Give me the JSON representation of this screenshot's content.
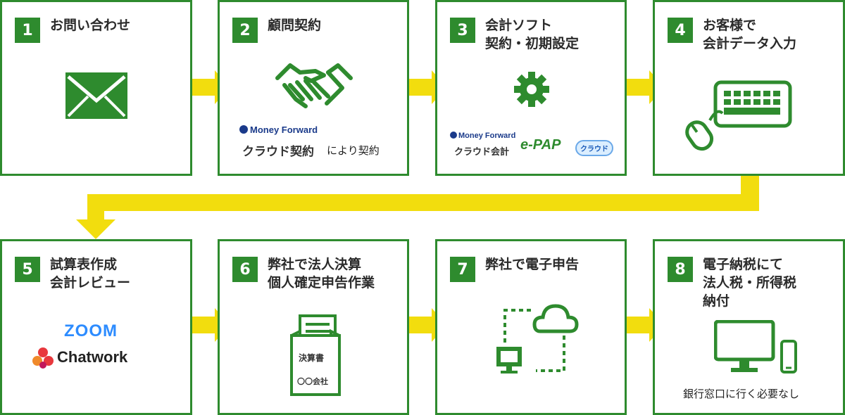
{
  "colors": {
    "green": "#2e8b2e",
    "yellow": "#f2dd0e",
    "navy": "#1a3a8a",
    "zoom_blue": "#2d8cff",
    "chatwork_red": "#e8383d"
  },
  "steps": [
    {
      "num": "1",
      "title": "お問い合わせ",
      "icon": "envelope-icon"
    },
    {
      "num": "2",
      "title": "顧問契約",
      "icon": "handshake-icon",
      "logo_brand": "Money Forward",
      "logo_product": "クラウド契約",
      "caption": "により契約"
    },
    {
      "num": "3",
      "title": "会計ソフト\n契約・初期設定",
      "icon": "gear-icon",
      "logo_brand": "Money Forward",
      "logo_product": "クラウド会計",
      "logo_epap": "e-PAP",
      "logo_cloud": "クラウド"
    },
    {
      "num": "4",
      "title": "お客様で\n会計データ入力",
      "icon": "keyboard-mouse-icon"
    },
    {
      "num": "5",
      "title": "試算表作成\n会計レビュー",
      "icon": "tools-logos",
      "logo_zoom": "ZOOM",
      "logo_chatwork": "Chatwork"
    },
    {
      "num": "6",
      "title": "弊社で法人決算\n個人確定申告作業",
      "icon": "document-tray-icon",
      "doc_line1": "決算書",
      "doc_line2": "〇〇会社"
    },
    {
      "num": "7",
      "title": "弊社で電子申告",
      "icon": "cloud-upload-icon"
    },
    {
      "num": "8",
      "title": "電子納税にて\n法人税・所得税\n納付",
      "icon": "monitor-phone-icon",
      "caption": "銀行窓口に行く必要なし"
    }
  ]
}
